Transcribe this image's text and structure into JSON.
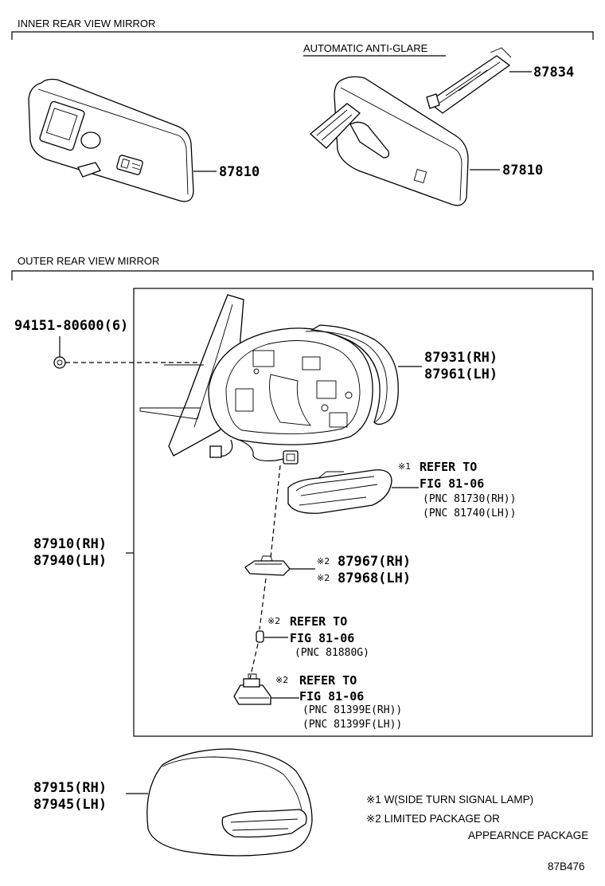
{
  "sections": {
    "inner": "INNER REAR VIEW MIRROR",
    "outer": "OUTER REAR VIEW MIRROR"
  },
  "inner_mirror": {
    "anti_glare_label": "AUTOMATIC ANTI-GLARE",
    "part_87834": "87834",
    "part_87810_left": "87810",
    "part_87810_right": "87810"
  },
  "outer_mirror": {
    "screw": "94151-80600(6)",
    "glass_rh": "87931(RH)",
    "glass_lh": "87961(LH)",
    "assy_rh": "87910(RH)",
    "assy_lh": "87940(LH)",
    "turn_lamp": {
      "mark": "※1",
      "refer": "REFER TO",
      "fig": "FIG 81-06",
      "pnc_rh": "(PNC 81730(RH))",
      "pnc_lh": "(PNC 81740(LH))"
    },
    "part_87967": {
      "mark": "※2",
      "label": "87967(RH)"
    },
    "part_87968": {
      "mark": "※2",
      "label": "87968(LH)"
    },
    "bulb": {
      "mark": "※2",
      "refer": "REFER TO",
      "fig": "FIG 81-06",
      "pnc": "(PNC 81880G)"
    },
    "lamp_unit": {
      "mark": "※2",
      "refer": "REFER TO",
      "fig": "FIG 81-06",
      "pnc_rh": "(PNC 81399E(RH))",
      "pnc_lh": "(PNC 81399F(LH))"
    },
    "cover_rh": "87915(RH)",
    "cover_lh": "87945(LH)"
  },
  "notes": {
    "note1": "※1 W(SIDE TURN SIGNAL LAMP)",
    "note2_line1": "※2 LIMITED PACKAGE OR",
    "note2_line2": "APPEARNCE PACKAGE"
  },
  "figure_code": "87B476"
}
